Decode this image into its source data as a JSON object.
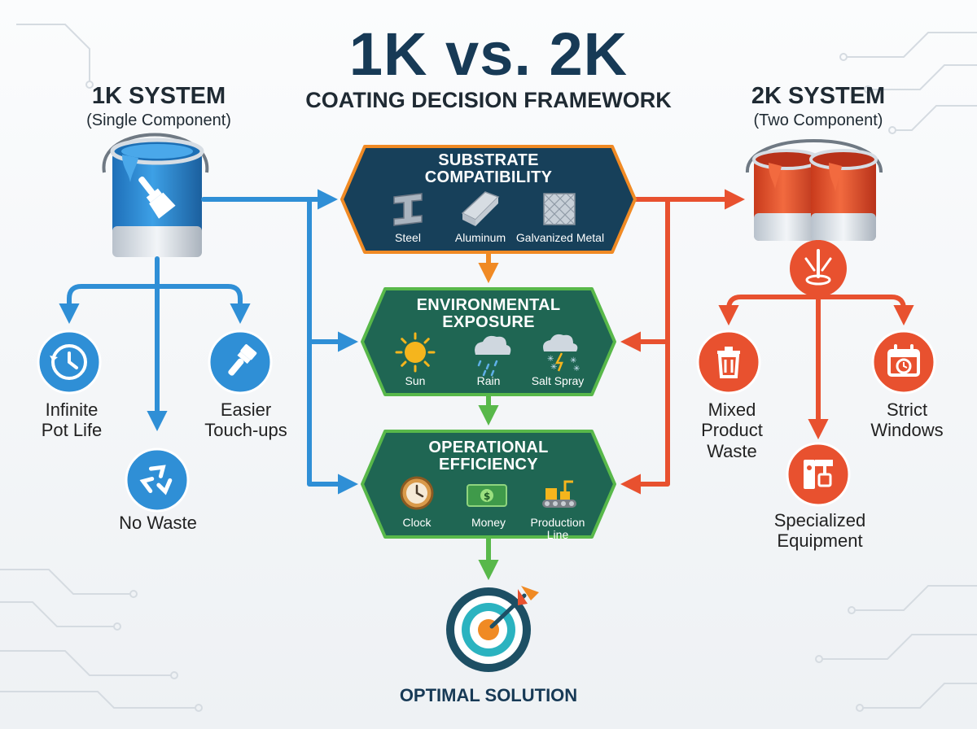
{
  "header": {
    "title": "1K vs. 2K",
    "subtitle": "COATING DECISION FRAMEWORK"
  },
  "left_system": {
    "title": "1K SYSTEM",
    "subtitle": "(Single Component)",
    "color": "#2f8fd6",
    "benefits": [
      {
        "label": "Infinite\nPot Life",
        "icon": "clock-refresh-icon"
      },
      {
        "label": "No Waste",
        "icon": "recycle-icon"
      },
      {
        "label": "Easier\nTouch-ups",
        "icon": "paintbrush-icon"
      }
    ]
  },
  "right_system": {
    "title": "2K SYSTEM",
    "subtitle": "(Two Component)",
    "color": "#e8512f",
    "drawbacks": [
      {
        "label": "Mixed\nProduct\nWaste",
        "icon": "trash-icon"
      },
      {
        "label": "Specialized\nEquipment",
        "icon": "mixing-machine-icon"
      },
      {
        "label": "Strict\nWindows",
        "icon": "calendar-clock-icon"
      }
    ]
  },
  "stages": [
    {
      "title": "SUBSTRATE\nCOMPATIBILITY",
      "fill": "#17405a",
      "border": "#f08a24",
      "items": [
        {
          "label": "Steel",
          "icon": "steel-beam-icon"
        },
        {
          "label": "Aluminum",
          "icon": "aluminum-bar-icon"
        },
        {
          "label": "Galvanized Metal",
          "icon": "galvanized-sheet-icon"
        }
      ]
    },
    {
      "title": "ENVIRONMENTAL\nEXPOSURE",
      "fill": "#1f6653",
      "border": "#58b84a",
      "items": [
        {
          "label": "Sun",
          "icon": "sun-icon"
        },
        {
          "label": "Rain",
          "icon": "rain-cloud-icon"
        },
        {
          "label": "Salt Spray",
          "icon": "salt-spray-icon"
        }
      ]
    },
    {
      "title": "OPERATIONAL\nEFFICIENCY",
      "fill": "#1f6653",
      "border": "#58b84a",
      "items": [
        {
          "label": "Clock",
          "icon": "clock-icon"
        },
        {
          "label": "Money",
          "icon": "money-icon"
        },
        {
          "label": "Production\nLine",
          "icon": "production-line-icon"
        }
      ]
    }
  ],
  "result": {
    "label": "OPTIMAL SOLUTION",
    "icon": "target-arrow-icon"
  }
}
